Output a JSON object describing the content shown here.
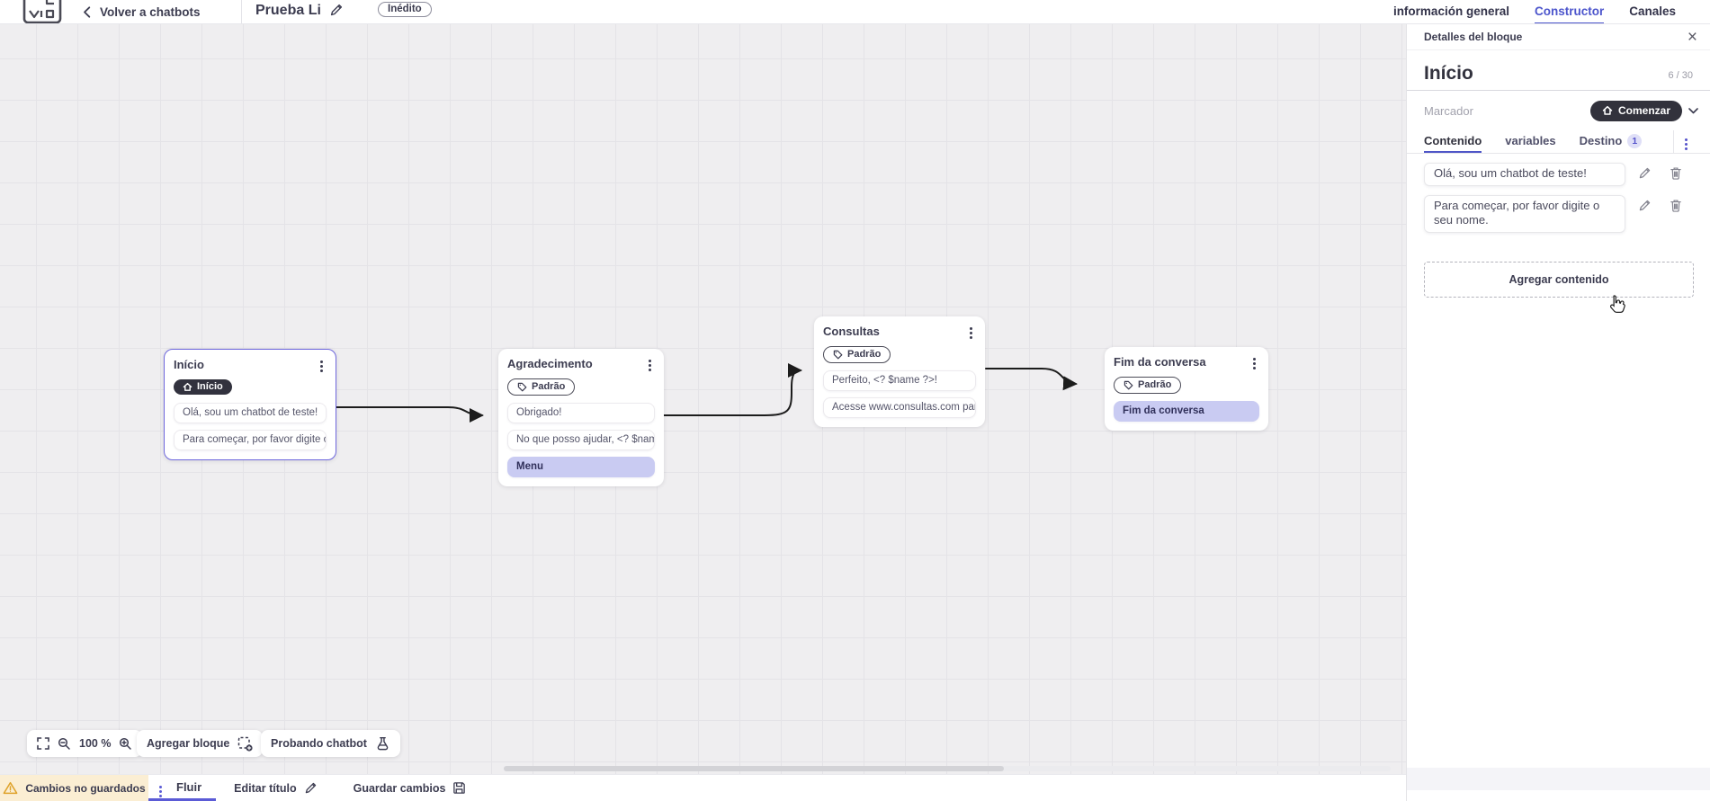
{
  "topbar": {
    "back_label": "Volver a chatbots",
    "title": "Prueba Li",
    "status_badge": "Inédito",
    "tabs": [
      {
        "label": "información general"
      },
      {
        "label": "Constructor"
      },
      {
        "label": "Canales"
      }
    ]
  },
  "panel": {
    "header": "Detalles del bloque",
    "block_name": "Início",
    "char_counter": "6 / 30",
    "marker_label": "Marcador",
    "marker_button": "Comenzar",
    "tabs": {
      "content": "Contenido",
      "variables": "variables",
      "destination": "Destino",
      "destination_count": "1"
    },
    "contents": [
      {
        "text": "Olá, sou um chatbot de teste!"
      },
      {
        "text": "Para começar, por favor digite o seu nome."
      }
    ],
    "add_content_label": "Agregar contenido"
  },
  "canvas": {
    "zoom_level": "100 %",
    "add_block_label": "Agregar bloque",
    "test_chatbot_label": "Probando chatbot",
    "blocks": [
      {
        "title": "Início",
        "badge": "Início",
        "items": [
          {
            "text": "Olá, sou um chatbot de teste!"
          },
          {
            "text": "Para começar, por favor digite o ..."
          }
        ]
      },
      {
        "title": "Agradecimento",
        "badge": "Padrão",
        "items": [
          {
            "text": "Obrigado!"
          },
          {
            "text": "No que posso ajudar, <? $name ..."
          },
          {
            "text": "Menu"
          }
        ]
      },
      {
        "title": "Consultas",
        "badge": "Padrão",
        "items": [
          {
            "text": "Perfeito, <? $name ?>!"
          },
          {
            "text": "Acesse www.consultas.com par..."
          }
        ]
      },
      {
        "title": "Fim da conversa",
        "badge": "Padrão",
        "items": [
          {
            "text": "Fim da conversa"
          }
        ]
      }
    ]
  },
  "bottombar": {
    "warning": "Cambios no guardados",
    "flow_tab": "Fluir",
    "edit_title": "Editar título",
    "save": "Guardar cambios"
  },
  "colors": {
    "accent": "#5b5bd6",
    "selection_border": "#6f68dd",
    "dark_pill": "#32323e",
    "menu_item_bg": "#c9cbf2",
    "warning_bg": "#fbeed3"
  }
}
